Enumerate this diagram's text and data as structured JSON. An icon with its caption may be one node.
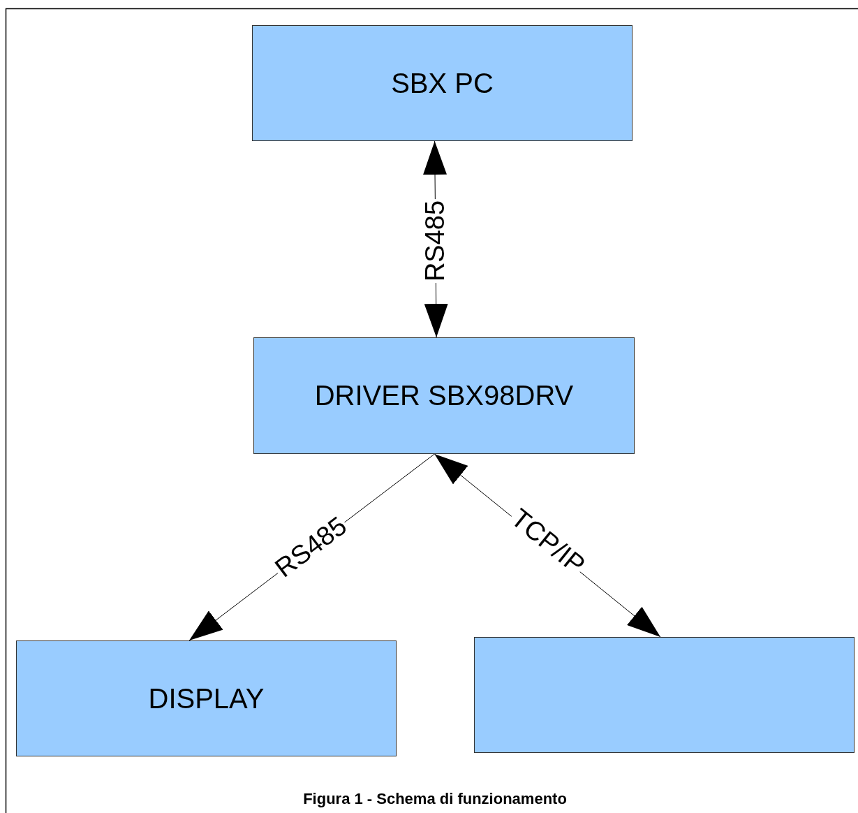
{
  "diagram": {
    "caption": "Figura 1 - Schema di funzionamento",
    "nodes": [
      {
        "text": [
          "SBX PC"
        ]
      },
      {
        "text": [
          "DRIVER SBX98DRV"
        ]
      },
      {
        "text": [
          "DISPLAY"
        ]
      },
      {
        "text": [],
        "shape": "box"
      }
    ],
    "edges": [
      {
        "from": 0,
        "to": 1,
        "arrow": "both",
        "label": "RS485"
      },
      {
        "from": 1,
        "to": 2,
        "arrow": "to",
        "label": "RS485"
      },
      {
        "from": 1,
        "to": 3,
        "arrow": "both",
        "label": "TCP/IP"
      }
    ]
  }
}
